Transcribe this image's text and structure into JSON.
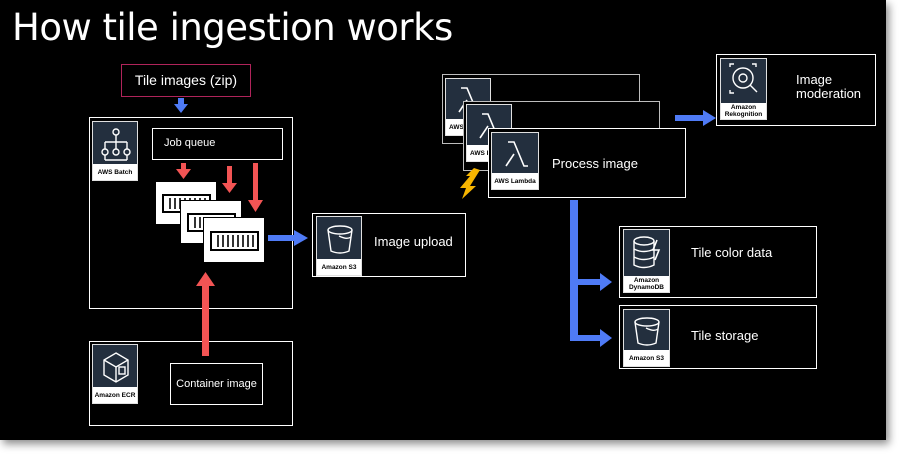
{
  "title": "How tile ingestion works",
  "labels": {
    "zip": "Tile images (zip)",
    "job_queue": "Job queue",
    "container_image": "Container image",
    "image_upload": "Image upload",
    "process_image": "Process image",
    "image_moderation_line1": "Image",
    "image_moderation_line2": "moderation",
    "tile_color_data": "Tile color data",
    "tile_storage": "Tile storage"
  },
  "services": {
    "batch": "AWS Batch",
    "ecr": "Amazon ECR",
    "s3_upload": "Amazon S3",
    "lambda_front": "AWS Lambda",
    "lambda_mid": "AWS L",
    "lambda_back": "AWS",
    "rekognition_line1": "Amazon",
    "rekognition_line2": "Rekognition",
    "dynamodb_line1": "Amazon",
    "dynamodb_line2": "DynamoDB",
    "s3_storage": "Amazon S3"
  },
  "colors": {
    "background": "#000000",
    "blue_arrow": "#4f7bf6",
    "red_arrow": "#f25454",
    "lightning": "#f7b500",
    "zip_border": "#b0245a",
    "service_tile": "#232f3e"
  },
  "icons": {
    "batch": "aws-batch-icon",
    "ecr": "amazon-ecr-icon",
    "s3": "amazon-s3-bucket-icon",
    "lambda": "aws-lambda-icon",
    "rekognition": "amazon-rekognition-icon",
    "dynamodb": "amazon-dynamodb-icon",
    "container": "container-icon",
    "event": "lightning-bolt-icon"
  }
}
